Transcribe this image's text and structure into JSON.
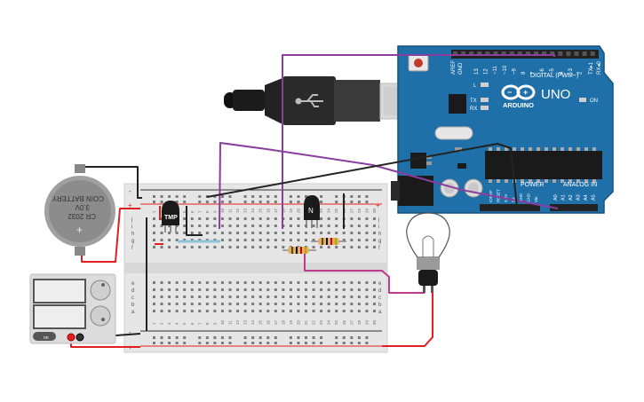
{
  "arduino": {
    "labels": {
      "aref": "AREF",
      "gnd": "GND",
      "digital": "DIGITAL (PWM~)",
      "uno": "UNO",
      "brand": "ARDUINO",
      "on": "ON",
      "l": "L",
      "tx": "TX",
      "rx": "RX",
      "power": "POWER",
      "analog": "ANALOG IN",
      "tx1": "TX▸1",
      "rx0": "RX◂0"
    },
    "digital_pins": [
      "13",
      "12",
      "~11",
      "~10",
      "~9",
      "8",
      "7",
      "~6",
      "~5",
      "4",
      "~3",
      "2"
    ],
    "power_pins": [
      "IOREF",
      "RESET",
      "3.3V",
      "5V",
      "GND",
      "GND",
      "Vin"
    ],
    "analog_pins": [
      "A0",
      "A1",
      "A2",
      "A3",
      "A4",
      "A5"
    ]
  },
  "battery": {
    "line1": "CR 2032",
    "line2": "3.0V",
    "line3": "COIN BATTERY",
    "plus": "+"
  },
  "breadboard": {
    "row_letters_top": [
      "j",
      "i",
      "h",
      "g",
      "f"
    ],
    "row_letters_bottom": [
      "e",
      "d",
      "c",
      "b",
      "a"
    ],
    "columns": [
      "1",
      "2",
      "3",
      "4",
      "5",
      "6",
      "7",
      "8",
      "9",
      "10",
      "11",
      "12",
      "13",
      "14",
      "15",
      "16",
      "17",
      "18",
      "19",
      "20",
      "21",
      "22",
      "23",
      "24",
      "25",
      "26",
      "27",
      "28",
      "29",
      "30"
    ],
    "rail_plus": "+",
    "rail_minus": "-"
  },
  "components": {
    "tmp_label": "TMP",
    "transistor_label": "N",
    "supply_on": "on"
  },
  "colors": {
    "arduino_blue": "#1f6fa8",
    "wire_red": "#e02020",
    "wire_black": "#222222",
    "wire_purple": "#8a3fa0",
    "wire_pink": "#c03a8e"
  }
}
